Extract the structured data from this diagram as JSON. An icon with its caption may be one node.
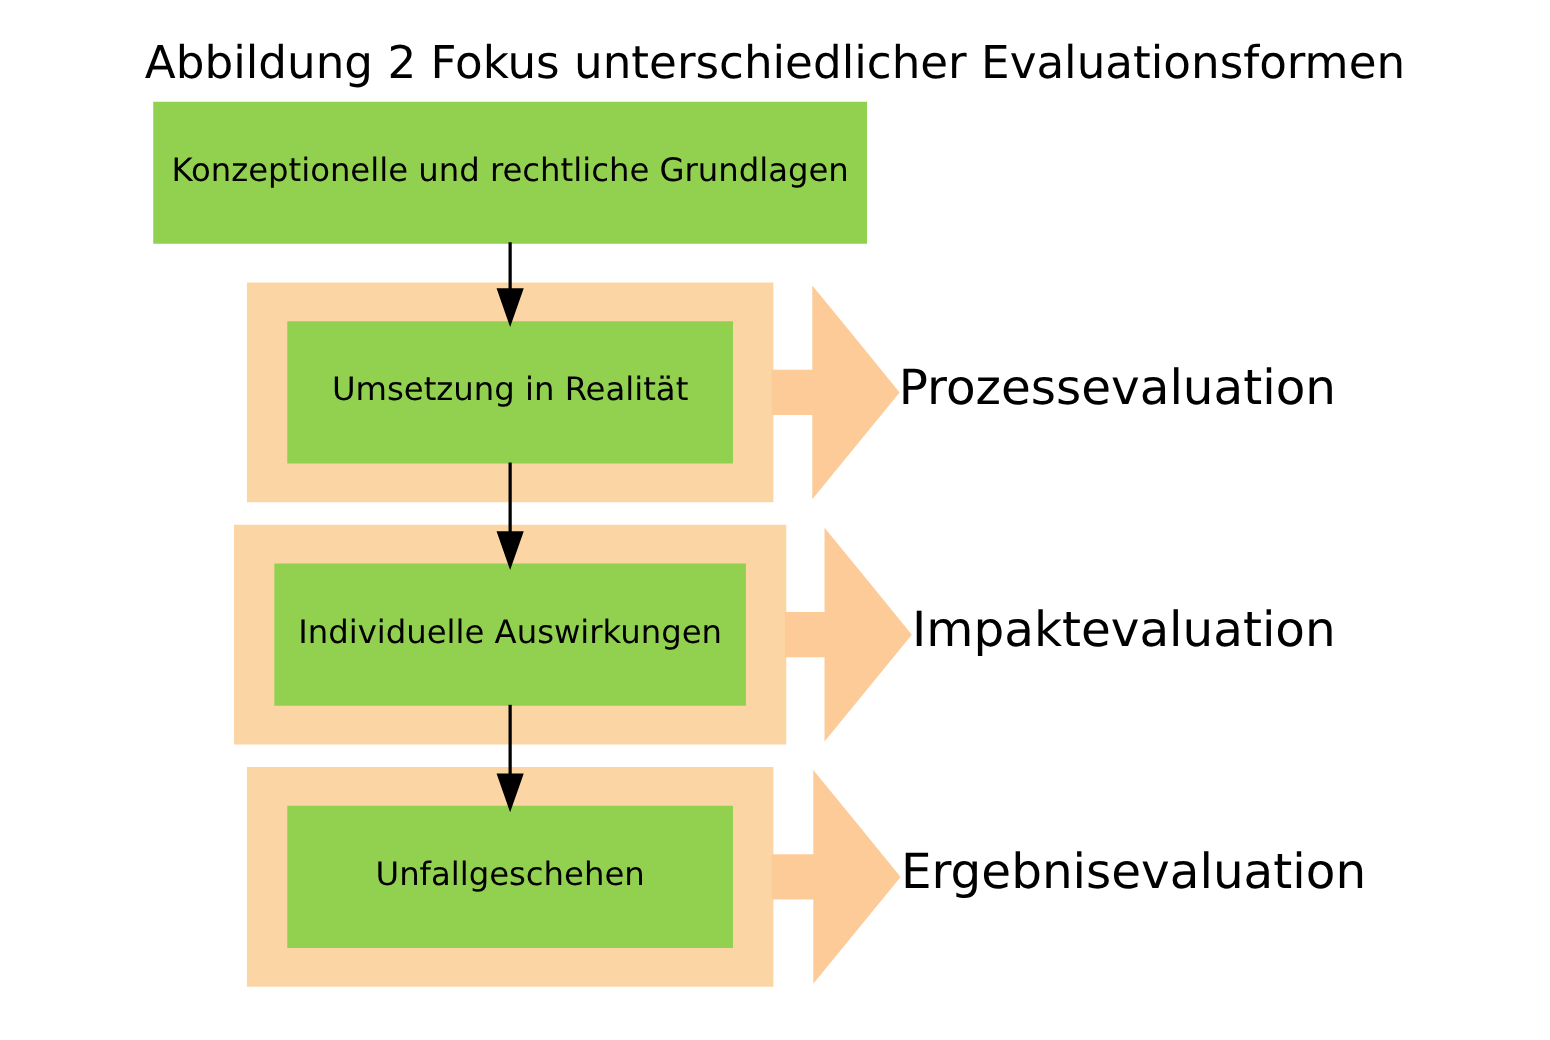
{
  "diagram": {
    "title": "Abbildung 2 Fokus unterschiedlicher Evaluationsformen",
    "nodes": [
      {
        "text": [
          "Konzeptionelle und rechtliche Grundlagen"
        ]
      },
      {
        "text": [],
        "shape": "box"
      },
      {
        "text": [
          "Umsetzung in Realität"
        ],
        "in": 1
      },
      {
        "text": [
          "Prozessevaluation"
        ]
      },
      {
        "text": [],
        "shape": "box"
      },
      {
        "text": [
          "Individuelle Auswirkungen"
        ],
        "in": 4
      },
      {
        "text": [
          "Impaktevaluation"
        ]
      },
      {
        "text": [],
        "shape": "box"
      },
      {
        "text": [
          "Unfallgeschehen"
        ],
        "in": 7
      },
      {
        "text": [
          "Ergebnisevaluation"
        ]
      }
    ],
    "edges": [
      {
        "from": 0,
        "to": 2,
        "arrow": "to"
      },
      {
        "from": 2,
        "to": 5,
        "arrow": "to"
      },
      {
        "from": 5,
        "to": 8,
        "arrow": "to"
      },
      {
        "from": 1,
        "to": 3,
        "arrow": "to",
        "style": "thick",
        "color": "#fdcb98"
      },
      {
        "from": 4,
        "to": 6,
        "arrow": "to",
        "style": "thick",
        "color": "#fdcb98"
      },
      {
        "from": 7,
        "to": 9,
        "arrow": "to",
        "style": "thick",
        "color": "#fdcb98"
      }
    ]
  }
}
